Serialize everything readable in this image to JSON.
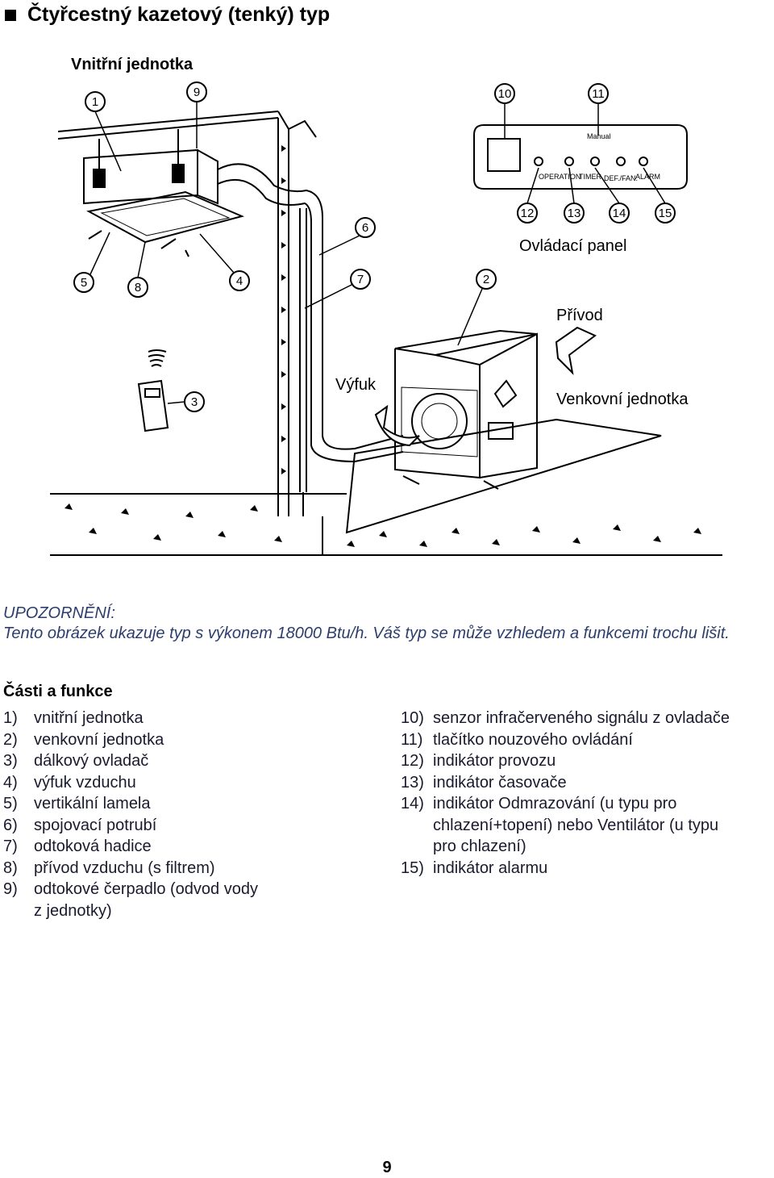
{
  "header": {
    "title": "Čtyřcestný kazetový (tenký) typ"
  },
  "diagram": {
    "indoor_label": "Vnitřní jednotka",
    "control_panel_label": "Ovládací panel",
    "intake_label": "Přívod",
    "exhaust_label": "Výfuk",
    "outdoor_label": "Venkovní jednotka",
    "panel_text": {
      "manual": "Manual",
      "operation": "OPERATION",
      "timer": "TIMER",
      "def_fan": "DEF./FAN.",
      "alarm": "ALARM"
    },
    "callouts": [
      "1",
      "9",
      "10",
      "11",
      "6",
      "12",
      "13",
      "14",
      "15",
      "5",
      "8",
      "4",
      "7",
      "2",
      "3"
    ]
  },
  "note": {
    "heading": "UPOZORNĚNÍ:",
    "text": "Tento obrázek ukazuje typ s výkonem 18000 Btu/h. Váš typ se může vzhledem a funkcemi trochu lišit."
  },
  "parts": {
    "title": "Části a funkce",
    "left": [
      {
        "num": "1)",
        "text": "vnitřní jednotka"
      },
      {
        "num": "2)",
        "text": "venkovní jednotka"
      },
      {
        "num": "3)",
        "text": "dálkový ovladač"
      },
      {
        "num": "4)",
        "text": "výfuk vzduchu"
      },
      {
        "num": "5)",
        "text": "vertikální lamela"
      },
      {
        "num": "6)",
        "text": "spojovací potrubí"
      },
      {
        "num": "7)",
        "text": "odtoková hadice"
      },
      {
        "num": "8)",
        "text": "přívod vzduchu (s filtrem)"
      },
      {
        "num": "9)",
        "text": "odtokové čerpadlo (odvod vody\nz jednotky)"
      }
    ],
    "right": [
      {
        "num": "10)",
        "text": "senzor infračerveného signálu z ovladače"
      },
      {
        "num": "11)",
        "text": "tlačítko nouzového ovládání"
      },
      {
        "num": "12)",
        "text": "indikátor provozu"
      },
      {
        "num": "13)",
        "text": "indikátor časovače"
      },
      {
        "num": "14)",
        "text": "indikátor Odmrazování (u typu pro\nchlazení+topení) nebo Ventilátor (u typu\npro chlazení)"
      },
      {
        "num": "15)",
        "text": "indikátor alarmu"
      }
    ]
  },
  "footer": {
    "page_number": "9"
  }
}
